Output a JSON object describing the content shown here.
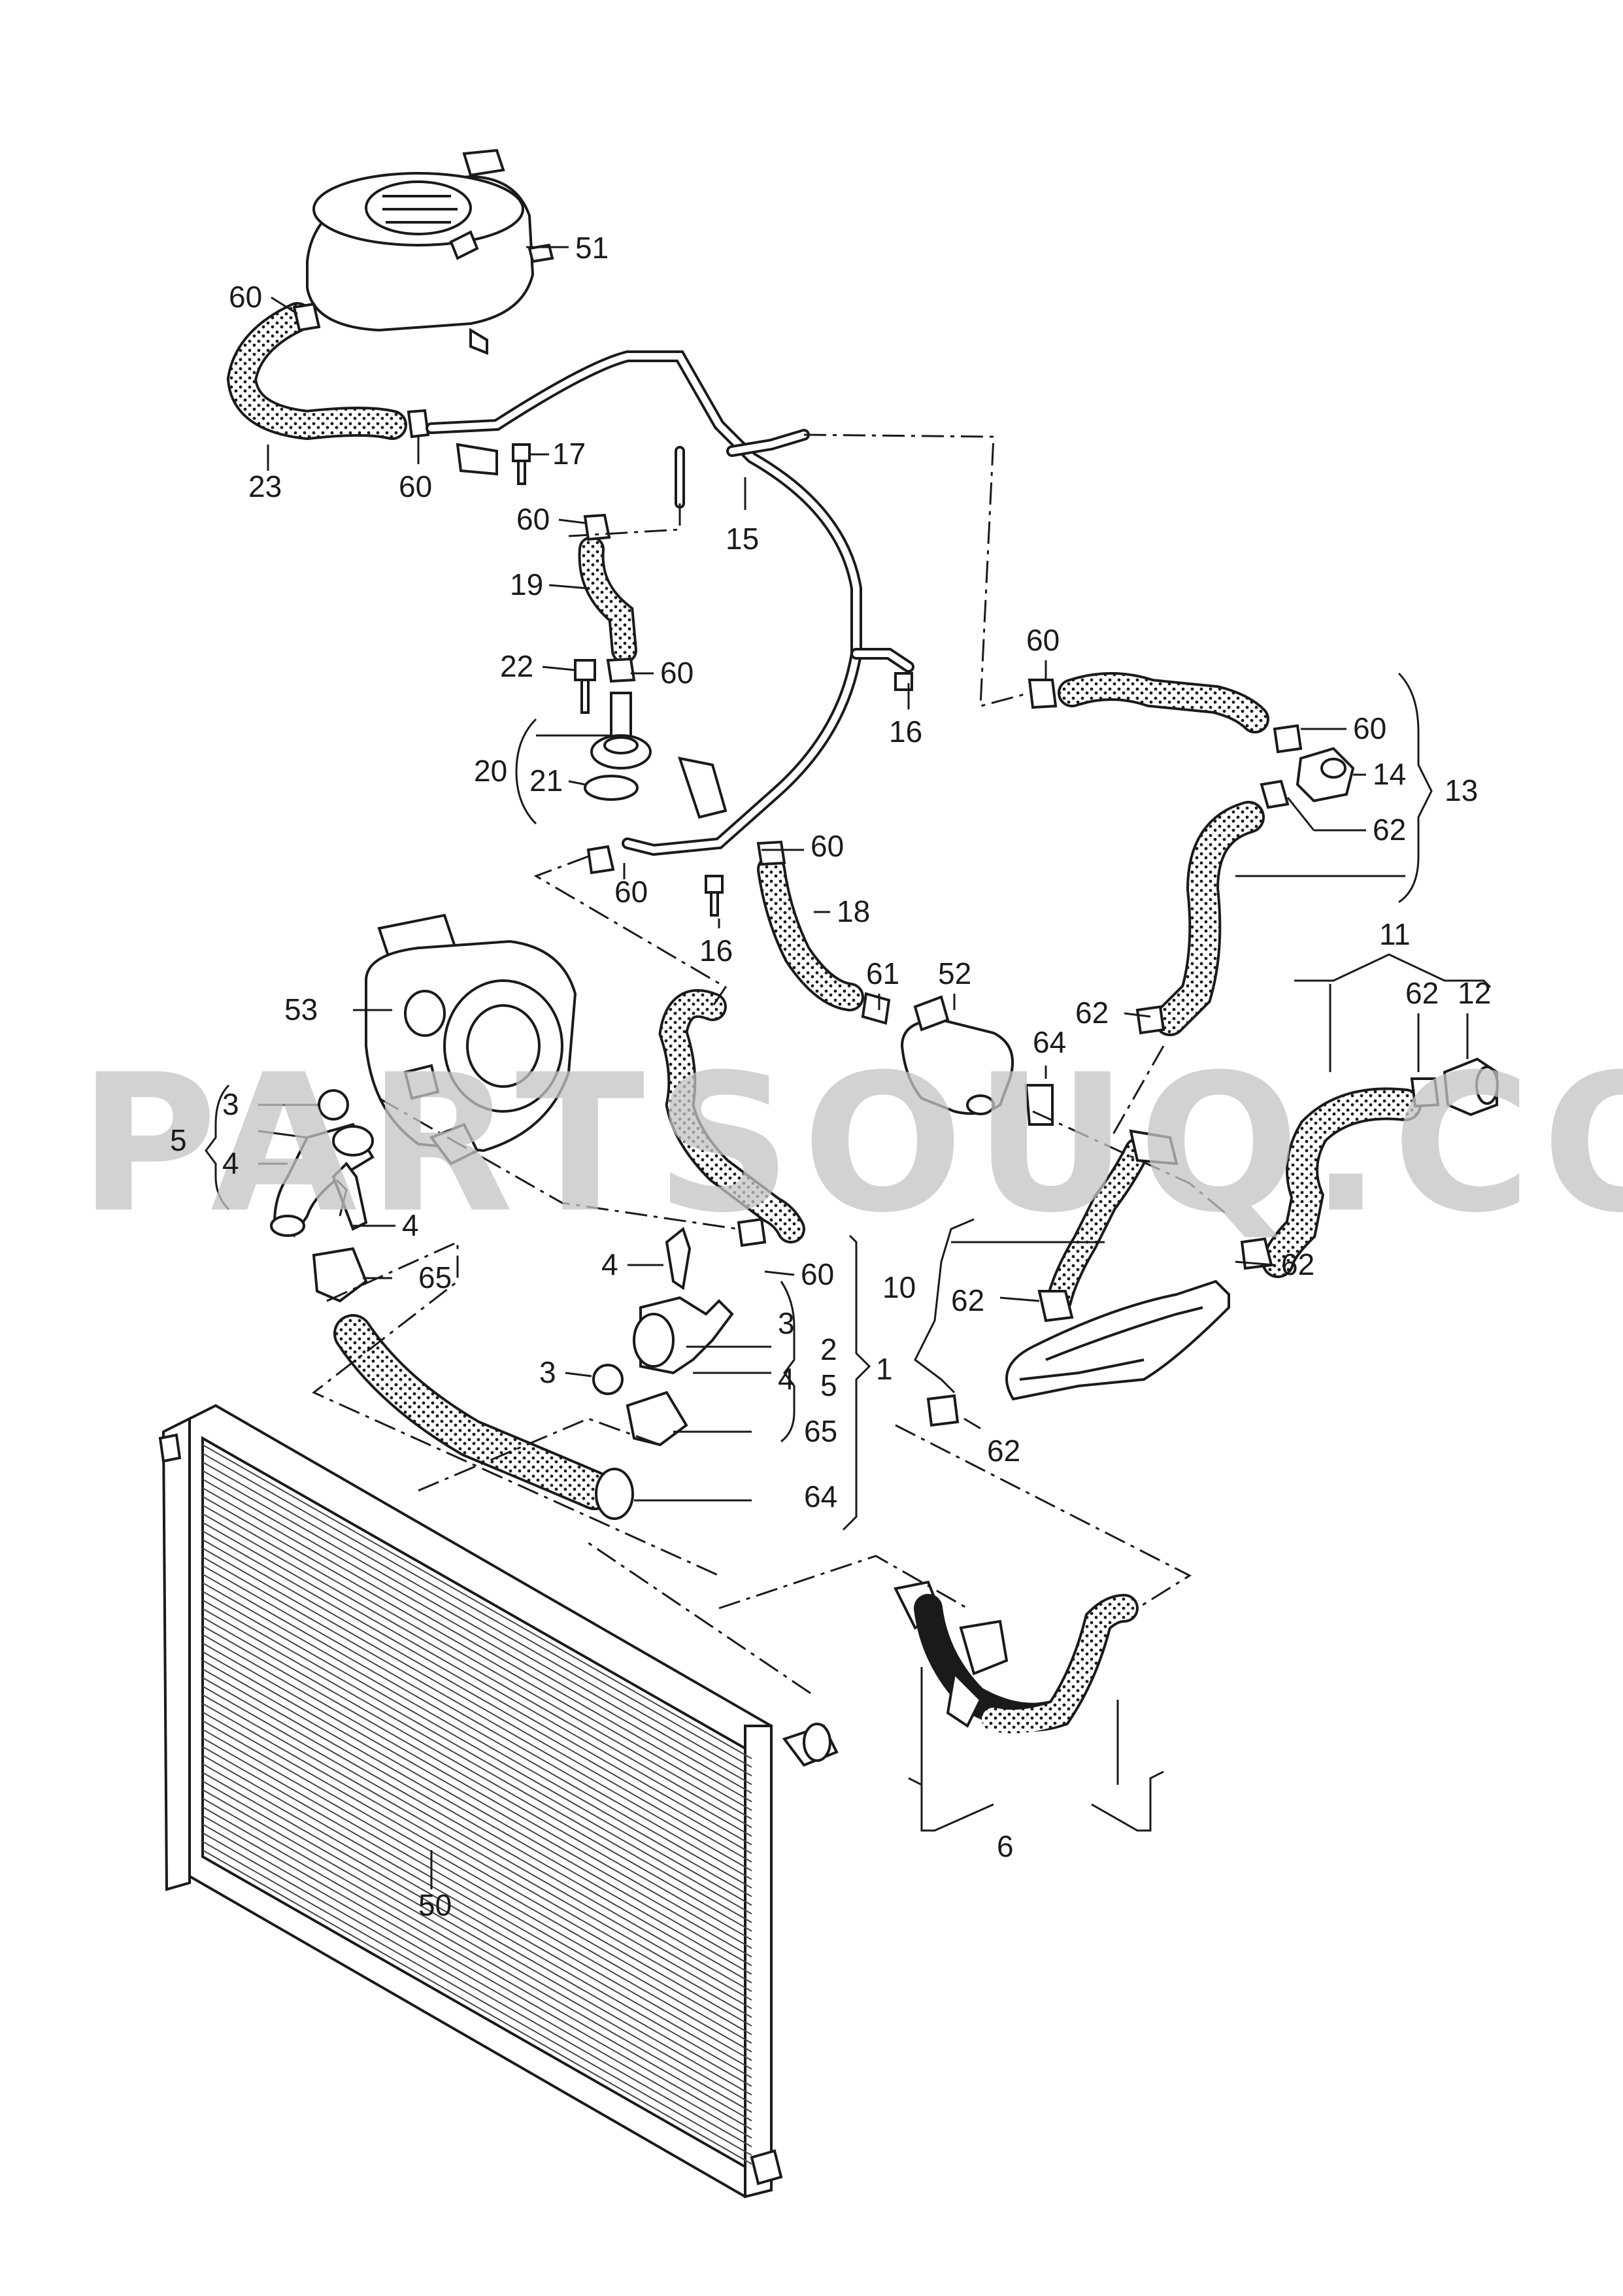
{
  "watermark": "PARTSOUQ.COM",
  "callouts": [
    {
      "id": "51a",
      "text": "51"
    },
    {
      "id": "60a",
      "text": "60"
    },
    {
      "id": "23",
      "text": "23"
    },
    {
      "id": "60b",
      "text": "60"
    },
    {
      "id": "17",
      "text": "17"
    },
    {
      "id": "15",
      "text": "15"
    },
    {
      "id": "60c",
      "text": "60"
    },
    {
      "id": "19",
      "text": "19"
    },
    {
      "id": "22",
      "text": "22"
    },
    {
      "id": "60d",
      "text": "60"
    },
    {
      "id": "20",
      "text": "20"
    },
    {
      "id": "21",
      "text": "21"
    },
    {
      "id": "16a",
      "text": "16"
    },
    {
      "id": "60e",
      "text": "60"
    },
    {
      "id": "60f",
      "text": "60"
    },
    {
      "id": "14",
      "text": "14"
    },
    {
      "id": "13",
      "text": "13"
    },
    {
      "id": "62a",
      "text": "62"
    },
    {
      "id": "60g",
      "text": "60"
    },
    {
      "id": "60h",
      "text": "60"
    },
    {
      "id": "16b",
      "text": "16"
    },
    {
      "id": "18",
      "text": "18"
    },
    {
      "id": "11",
      "text": "11"
    },
    {
      "id": "62b",
      "text": "62"
    },
    {
      "id": "12",
      "text": "12"
    },
    {
      "id": "61",
      "text": "61"
    },
    {
      "id": "52",
      "text": "52"
    },
    {
      "id": "62c",
      "text": "62"
    },
    {
      "id": "64a",
      "text": "64"
    },
    {
      "id": "53",
      "text": "53"
    },
    {
      "id": "3a",
      "text": "3"
    },
    {
      "id": "5a",
      "text": "5"
    },
    {
      "id": "4a",
      "text": "4"
    },
    {
      "id": "4b",
      "text": "4"
    },
    {
      "id": "65a",
      "text": "65"
    },
    {
      "id": "4c",
      "text": "4"
    },
    {
      "id": "60i",
      "text": "60"
    },
    {
      "id": "3b",
      "text": "3"
    },
    {
      "id": "2",
      "text": "2"
    },
    {
      "id": "5b",
      "text": "5"
    },
    {
      "id": "4d",
      "text": "4"
    },
    {
      "id": "1",
      "text": "1"
    },
    {
      "id": "3c",
      "text": "3"
    },
    {
      "id": "65b",
      "text": "65"
    },
    {
      "id": "64b",
      "text": "64"
    },
    {
      "id": "10",
      "text": "10"
    },
    {
      "id": "62d",
      "text": "62"
    },
    {
      "id": "62e",
      "text": "62"
    },
    {
      "id": "62f",
      "text": "62"
    },
    {
      "id": "6",
      "text": "6"
    },
    {
      "id": "50",
      "text": "50"
    }
  ]
}
